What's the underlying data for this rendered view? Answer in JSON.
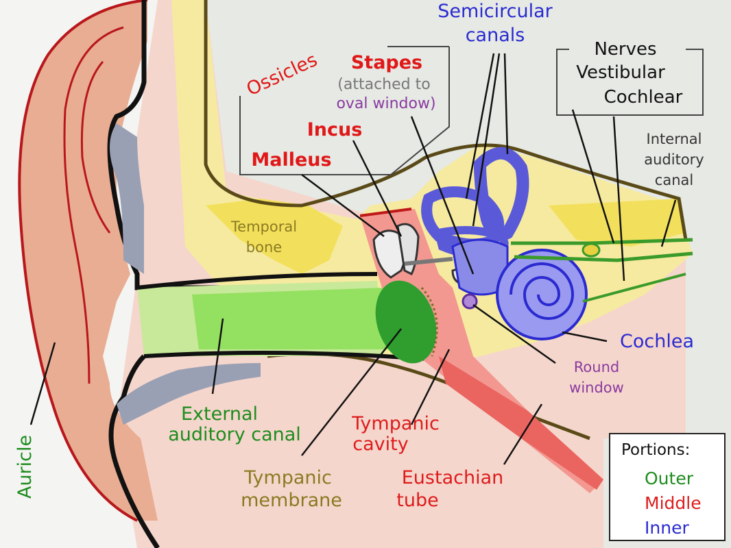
{
  "labels": {
    "semicircular": [
      "Semicircular",
      "canals"
    ],
    "ossicles": "Ossicles",
    "stapes": "Stapes",
    "stapes_note": "(attached to",
    "oval_window": "oval window)",
    "incus": "Incus",
    "malleus": "Malleus",
    "nerves": "Nerves",
    "vestibular": "Vestibular",
    "cochlear": "Cochlear",
    "internal_canal": [
      "Internal",
      "auditory",
      "canal"
    ],
    "temporal_bone": [
      "Temporal",
      "bone"
    ],
    "cochlea": "Cochlea",
    "round_window": [
      "Round",
      "window"
    ],
    "external_canal": [
      "External",
      "auditory canal"
    ],
    "tympanic_cavity": [
      "Tympanic",
      "cavity"
    ],
    "eustachian_tube": [
      "Eustachian",
      "tube"
    ],
    "tympanic_membrane": [
      "Tympanic",
      "membrane"
    ],
    "auricle": "Auricle"
  },
  "legend": {
    "title": "Portions:",
    "outer": "Outer",
    "middle": "Middle",
    "inner": "Inner"
  },
  "colors": {
    "outer": "#1e8c1e",
    "middle": "#dd1c1c",
    "inner": "#2a2ad0",
    "bone_label": "#8a7a22",
    "round_window": "#8a3aa0"
  }
}
